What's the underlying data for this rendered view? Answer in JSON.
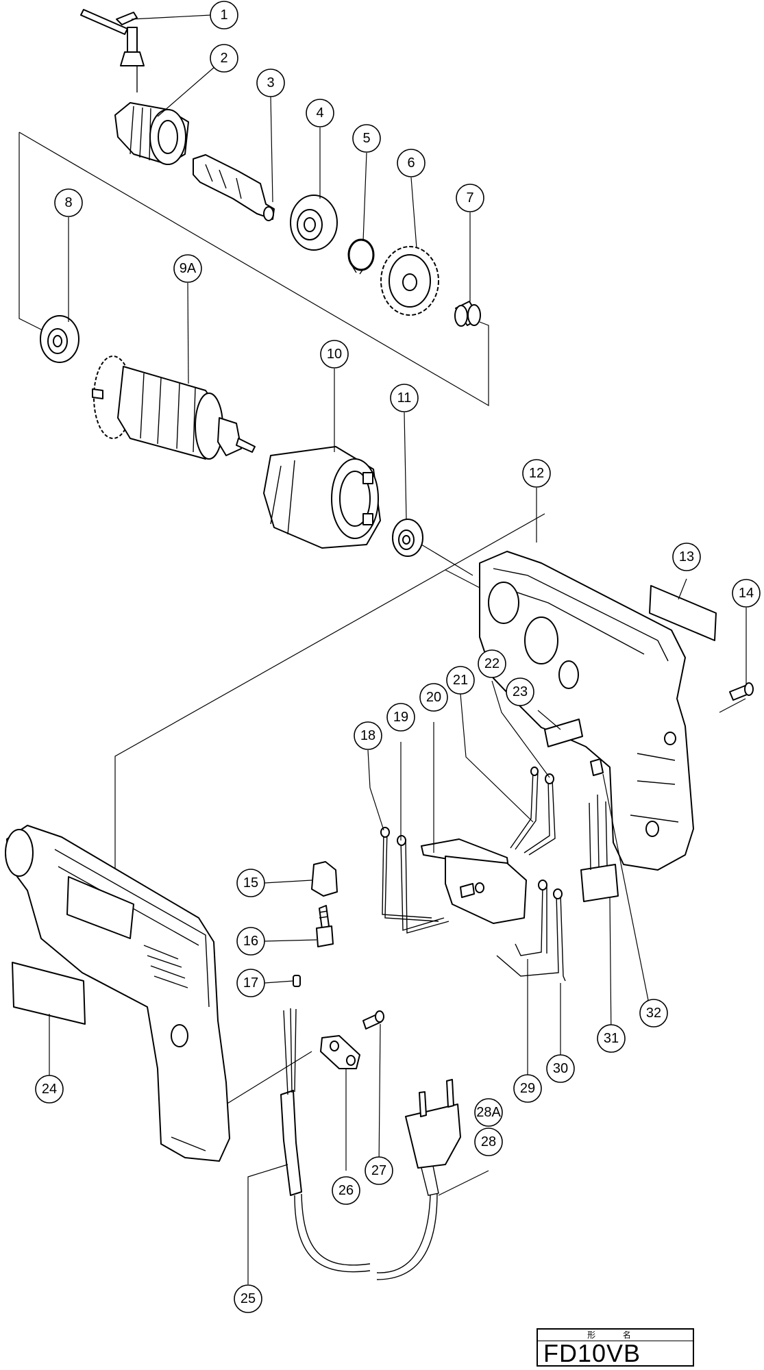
{
  "labels": {
    "p1": "1",
    "p2": "2",
    "p3": "3",
    "p4": "4",
    "p5": "5",
    "p6": "6",
    "p7": "7",
    "p8": "8",
    "p9A": "9A",
    "p10": "10",
    "p11": "11",
    "p12": "12",
    "p13": "13",
    "p14": "14",
    "p15": "15",
    "p16": "16",
    "p17": "17",
    "p18": "18",
    "p19": "19",
    "p20": "20",
    "p21": "21",
    "p22": "22",
    "p23": "23",
    "p24": "24",
    "p25": "25",
    "p26": "26",
    "p27": "27",
    "p28": "28",
    "p28A": "28A",
    "p29": "29",
    "p30": "30",
    "p31": "31",
    "p32": "32"
  },
  "title_block": {
    "header": "形 名",
    "model": "FD10VB"
  }
}
